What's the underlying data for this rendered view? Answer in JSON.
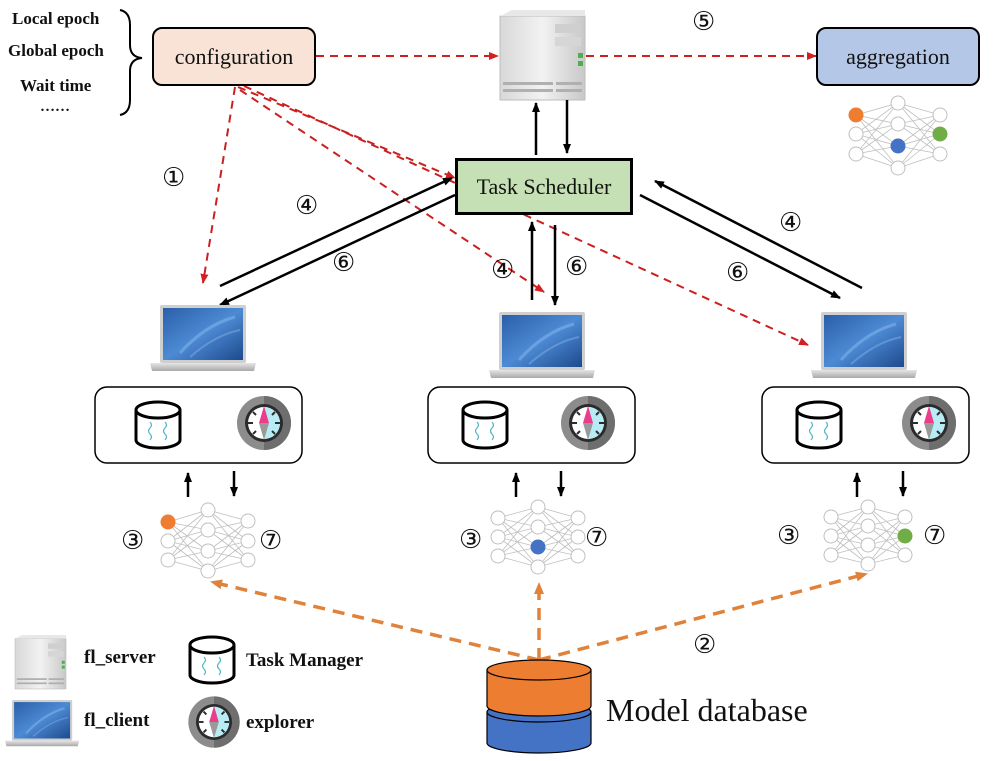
{
  "config_params": [
    "Local epoch",
    "Global epoch",
    "Wait time",
    "……"
  ],
  "nodes": {
    "configuration": "configuration",
    "aggregation": "aggregation",
    "task_scheduler": "Task Scheduler",
    "model_database": "Model database"
  },
  "steps": {
    "s1": "①",
    "s2": "②",
    "s3": "③",
    "s4": "④",
    "s5": "⑤",
    "s6": "⑥",
    "s7": "⑦"
  },
  "legend": {
    "server": "fl_server",
    "client": "fl_client",
    "task_manager": "Task Manager",
    "explorer": "explorer"
  },
  "colors": {
    "config_fill": "#f8e3d6",
    "aggregation_fill": "#b4c7e7",
    "scheduler_fill": "#c5e0b4",
    "red_dash": "#cc1f1f",
    "orange_dash": "#e0823a",
    "db_orange": "#ed7d31",
    "db_blue": "#4472c4",
    "node_orange": "#ed7d31",
    "node_blue": "#4472c4",
    "node_green": "#70ad47"
  }
}
